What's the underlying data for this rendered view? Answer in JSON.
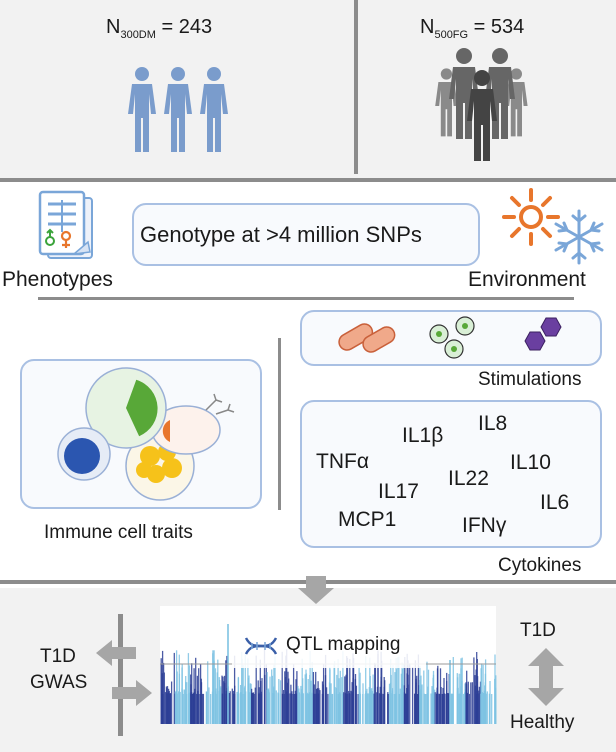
{
  "cohorts": [
    {
      "prefix": "N",
      "subscript": "300DM",
      "equals": " = 243",
      "people_color": "#7a9ccc"
    },
    {
      "prefix": "N",
      "subscript": "500FG",
      "equals": " = 534",
      "people_color": "#555555"
    }
  ],
  "middle": {
    "phenotypes_label": "Phenotypes",
    "genotype_label": "Genotype at >4 million SNPs",
    "environment_label": "Environment"
  },
  "immune": {
    "label": "Immune cell traits"
  },
  "stimulations": {
    "label": "Stimulations"
  },
  "cytokines": {
    "label": "Cytokines",
    "items": [
      "IL8",
      "IL1β",
      "TNFα",
      "IL10",
      "IL22",
      "IL17",
      "IL6",
      "MCP1",
      "IFNγ"
    ]
  },
  "bottom": {
    "t1d_gwas_line1": "T1D",
    "t1d_gwas_line2": "GWAS",
    "qtl_label": "QTL mapping",
    "t1d_label": "T1D",
    "healthy_label": "Healthy"
  },
  "colors": {
    "accent_blue": "#a9c0e3",
    "sun_orange": "#e8762c",
    "snow_blue": "#7aa6d8",
    "manhattan_dark": "#2d3f96",
    "manhattan_light": "#7ec3e3",
    "divider": "#8c8c8c"
  }
}
